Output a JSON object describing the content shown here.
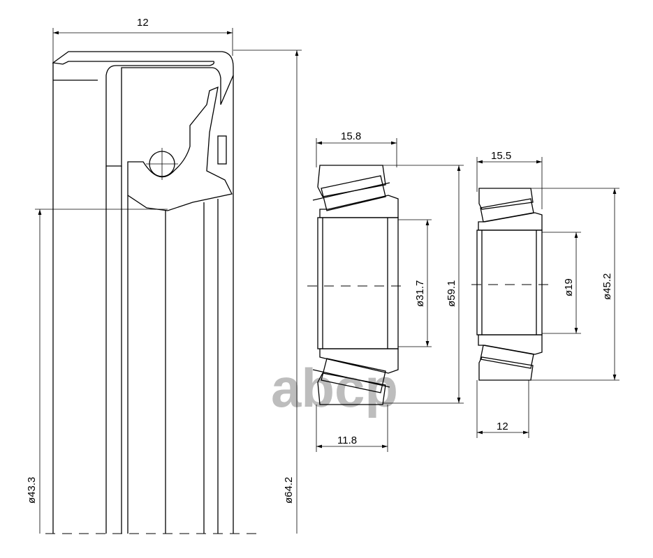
{
  "watermark": "abcp",
  "seal": {
    "width_label": "12",
    "inner_diameter_label": "ø43.3",
    "outer_diameter_label": "ø64.2"
  },
  "bearing_1": {
    "width_top_label": "15.8",
    "width_bottom_label": "11.8",
    "bore_label": "ø31.7",
    "outer_diameter_label": "ø59.1"
  },
  "bearing_2": {
    "width_top_label": "15.5",
    "width_bottom_label": "12",
    "bore_label": "ø19",
    "outer_diameter_label": "ø45.2"
  }
}
